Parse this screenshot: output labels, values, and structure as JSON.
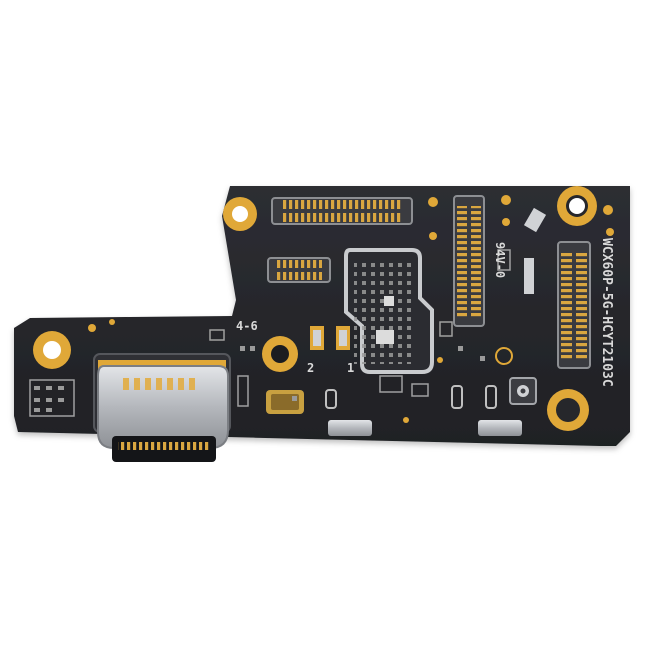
{
  "product_photo": {
    "board_color": "#26272b",
    "pad_color": "#e0a838",
    "silkscreen_color": "#d9d9d9",
    "metal_color": "#b9bcc0",
    "labels": {
      "model_code": "WCX60P-5G-HCYT2103C",
      "flammability": "94V-0",
      "range_mark": "4-6",
      "mark_2": "2",
      "mark_1": "1"
    }
  }
}
